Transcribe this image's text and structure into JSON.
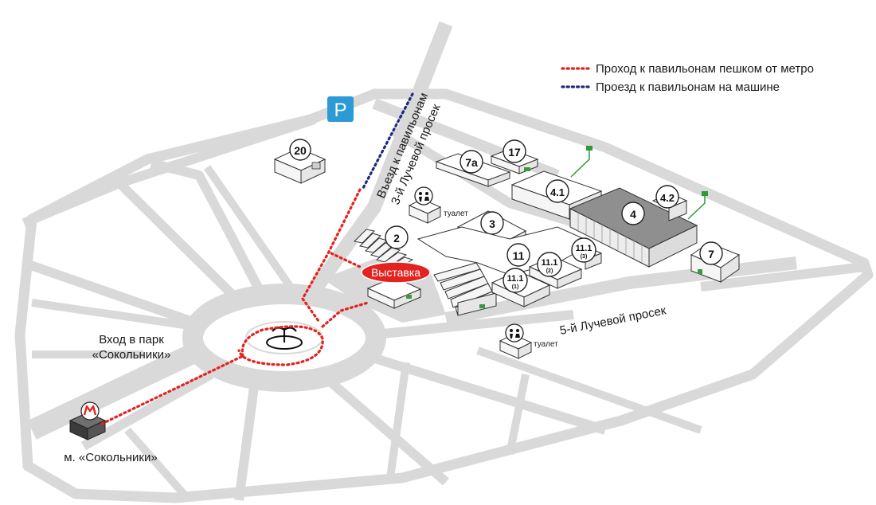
{
  "legend": {
    "walk_label": "Проход к павильонам пешком от метро",
    "drive_label": "Проезд к павильонам на машине",
    "walk_color": "#e32320",
    "drive_color": "#1f2a7a"
  },
  "parking": {
    "label": "P",
    "color": "#2b9ad6"
  },
  "roads": {
    "entry_line1": "Въезд к павильонам",
    "entry_line2": "3-й Лучевой просек",
    "lane5": "5-й Лучевой просек"
  },
  "park_entrance": {
    "line1": "Вход в парк",
    "line2": "«Сокольники»"
  },
  "metro": {
    "label": "м. «Сокольники»",
    "icon": "metro-m-icon",
    "color": "#e32320"
  },
  "exhibition": {
    "label": "Выставка",
    "color": "#e32320"
  },
  "toilets": [
    {
      "label": "туалет",
      "icon": "toilet-icon"
    },
    {
      "label": "туалет",
      "icon": "toilet-icon"
    }
  ],
  "pavilions": {
    "p20": "20",
    "p7a": "7а",
    "p17": "17",
    "p4_1": "4.1",
    "p4": "4",
    "p4_2": "4.2",
    "p3": "3",
    "p2": "2",
    "p11": "11",
    "p11_1a": "11.1",
    "p11_1a_sub": "(2)",
    "p11_1b": "11.1",
    "p11_1b_sub": "(1)",
    "p11_1c": "11.1",
    "p11_1c_sub": "(3)",
    "p7": "7"
  }
}
